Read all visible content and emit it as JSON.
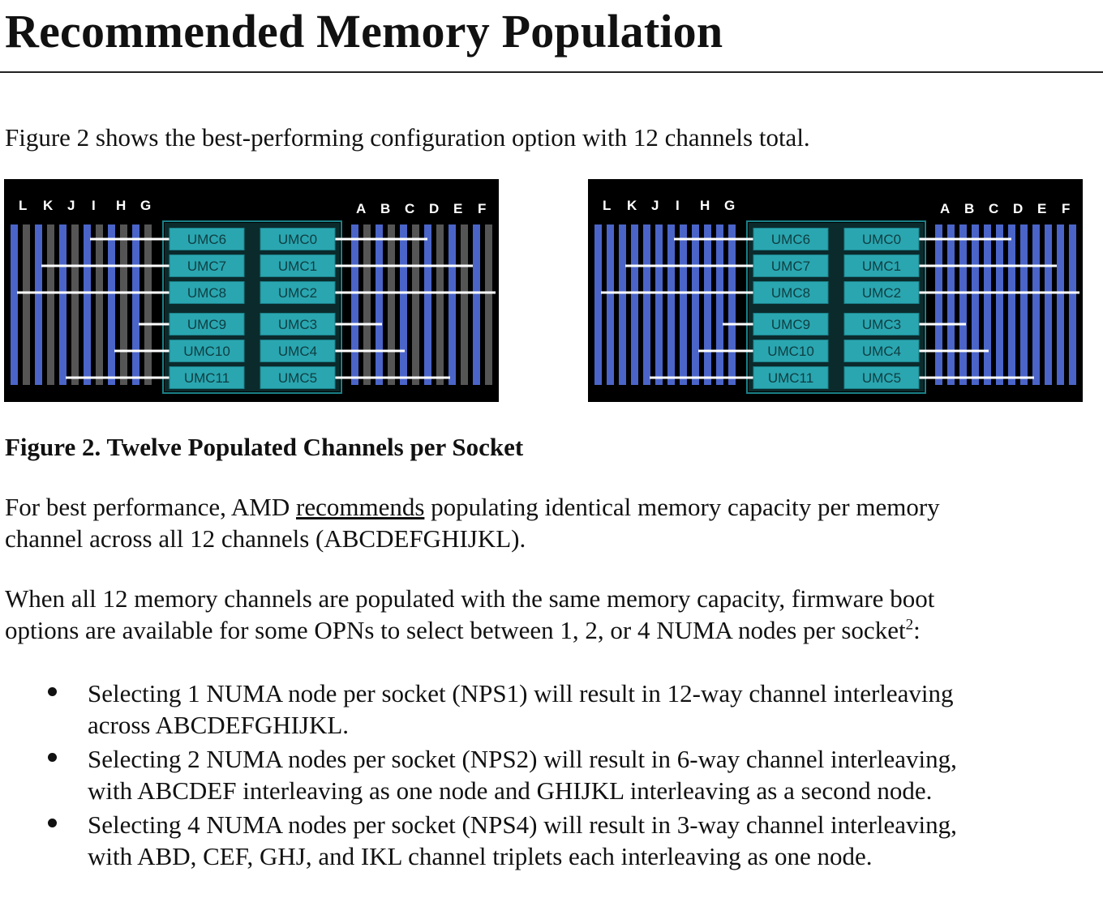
{
  "page": {
    "title": "Recommended Memory Population",
    "intro": "Figure 2 shows the best-performing configuration option with 12 channels total.",
    "figure_caption": "Figure 2. Twelve Populated Channels per Socket",
    "para2": {
      "before": "For best performance, AMD ",
      "underlined": "recommends",
      "after_line1": " populating identical memory capacity per memory",
      "line2": "channel across all 12 channels (ABCDEFGHIJKL)."
    },
    "para3": {
      "line1": "When all 12 memory channels are populated with the same memory capacity, firmware boot",
      "line2": "options are available for some OPNs to select between 1, 2, or 4 NUMA nodes per socket",
      "footnote": "2",
      "line2_end": ":"
    },
    "bullets": [
      {
        "line1": "Selecting 1 NUMA node per socket (NPS1) will result in 12-way channel interleaving",
        "line2": "across ABCDEFGHIJKL."
      },
      {
        "line1": "Selecting 2 NUMA nodes per socket (NPS2) will result in 6-way channel interleaving,",
        "line2": "with ABCDEF interleaving as one node and GHIJKL interleaving as a second node."
      },
      {
        "line1": "Selecting 4 NUMA nodes per socket (NPS4) will result in 3-way channel interleaving,",
        "line2": "with ABD, CEF, GHJ, and IKL channel triplets each interleaving as one node."
      }
    ]
  },
  "figures": {
    "colors": {
      "background": "#000000",
      "dimm_blue": "#4a64c8",
      "dimm_gray": "#555555",
      "umc_fill": "#2aa6b0",
      "umc_border": "#1a8088",
      "line": "#ffffff"
    },
    "left_letters": [
      "L",
      "K",
      "J",
      "I",
      "H",
      "G"
    ],
    "right_letters": [
      "A",
      "B",
      "C",
      "D",
      "E",
      "F"
    ],
    "umc_left": [
      "UMC6",
      "UMC7",
      "UMC8",
      "UMC9",
      "UMC10",
      "UMC11"
    ],
    "umc_right": [
      "UMC0",
      "UMC1",
      "UMC2",
      "UMC3",
      "UMC4",
      "UMC5"
    ],
    "panels": [
      {
        "name": "fig-left",
        "populated_slots_per_channel": 1
      },
      {
        "name": "fig-right",
        "populated_slots_per_channel": 2
      }
    ]
  }
}
